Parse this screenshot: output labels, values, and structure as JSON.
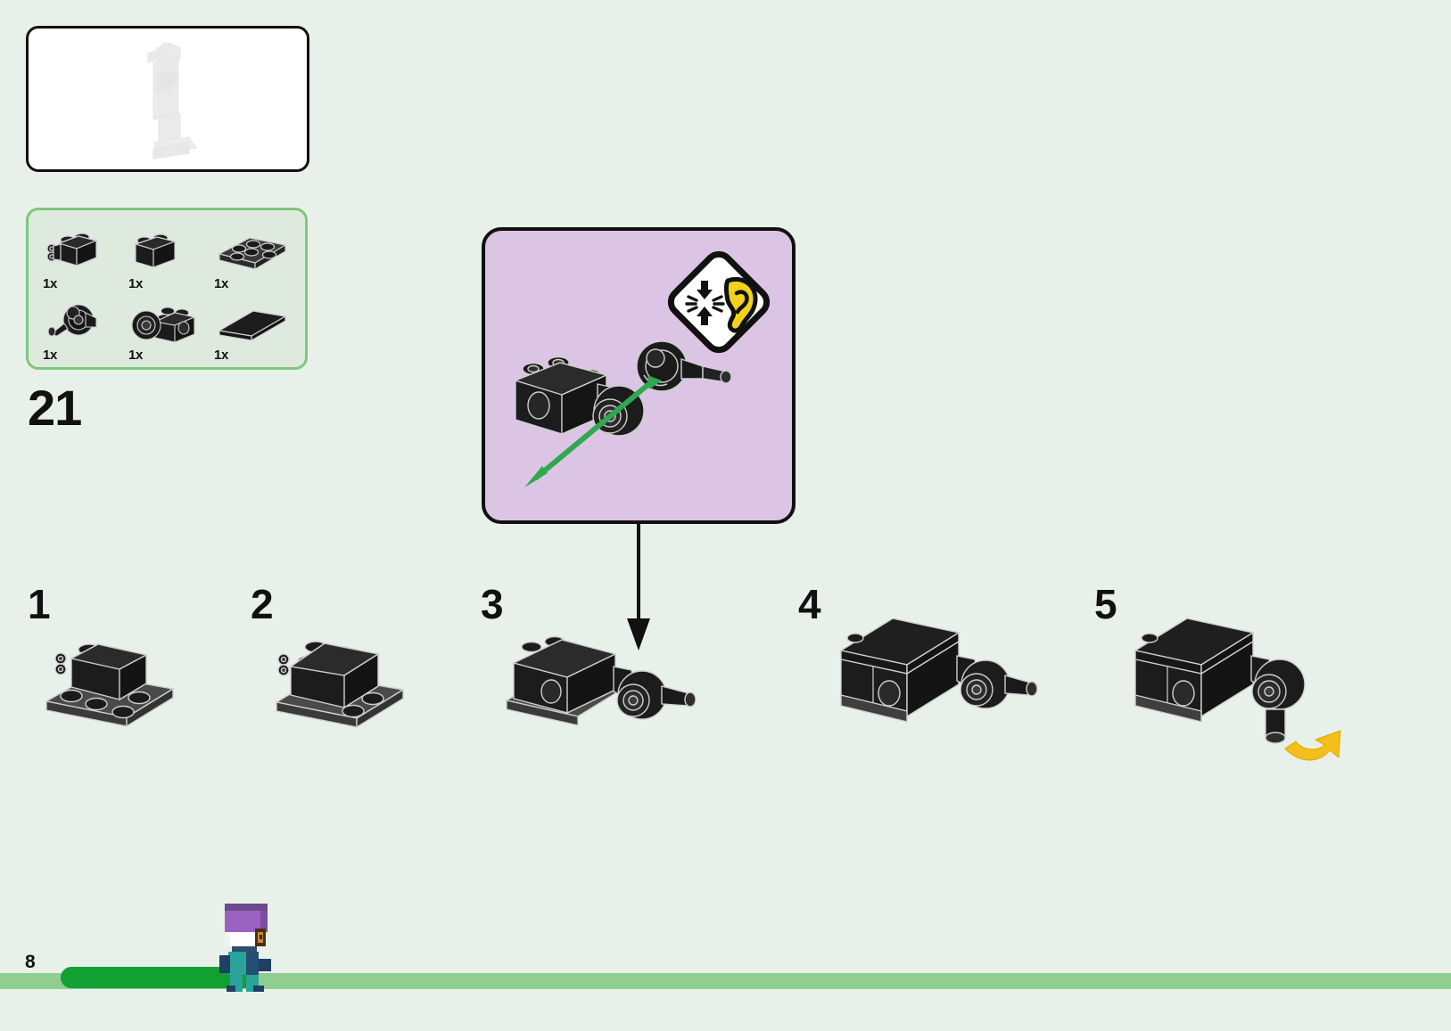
{
  "page": {
    "background_color": "#e8f1e9",
    "page_number": "8"
  },
  "preview": {
    "label": "model-ghost-preview",
    "description": "faded grey outline of completed model"
  },
  "parts_inventory": {
    "border_color": "#7ec87e",
    "fill_color": "#dfeadf",
    "parts": [
      {
        "name": "brick-1x2-with-pin-holes",
        "quantity": "1x"
      },
      {
        "name": "brick-1x2",
        "quantity": "1x"
      },
      {
        "name": "plate-2x3",
        "quantity": "1x"
      },
      {
        "name": "technic-ball-joint-connector",
        "quantity": "1x"
      },
      {
        "name": "brick-2x2-with-axle-hole",
        "quantity": "1x"
      },
      {
        "name": "tile-1x3",
        "quantity": "1x"
      }
    ]
  },
  "step_major": {
    "number": "21"
  },
  "callout": {
    "background_color": "#dcc4e4",
    "border_color": "#111111",
    "warning_sign": {
      "name": "listen-for-click-sign",
      "sign_fill": "#ffffff",
      "ear_color": "#f4d21a",
      "description": "diamond sign with yellow ear and press-together arrows"
    },
    "assembly_arrow": {
      "color": "#2fa84f",
      "direction": "down-left"
    }
  },
  "steps": [
    {
      "number": "1",
      "name": "step-1"
    },
    {
      "number": "2",
      "name": "step-2"
    },
    {
      "number": "3",
      "name": "step-3"
    },
    {
      "number": "4",
      "name": "step-4"
    },
    {
      "number": "5",
      "name": "step-5"
    }
  ],
  "step5_rotation_arrow": {
    "name": "rotate-arrow",
    "color": "#f4bf1a"
  },
  "footer": {
    "page_number": "8",
    "progress_fill_color": "#12a033",
    "progress_track_color": "#8fce8f",
    "character": {
      "name": "minecraft-walking-character",
      "helmet_color": "#9a63c0",
      "body_color": "#2aa39a"
    }
  }
}
